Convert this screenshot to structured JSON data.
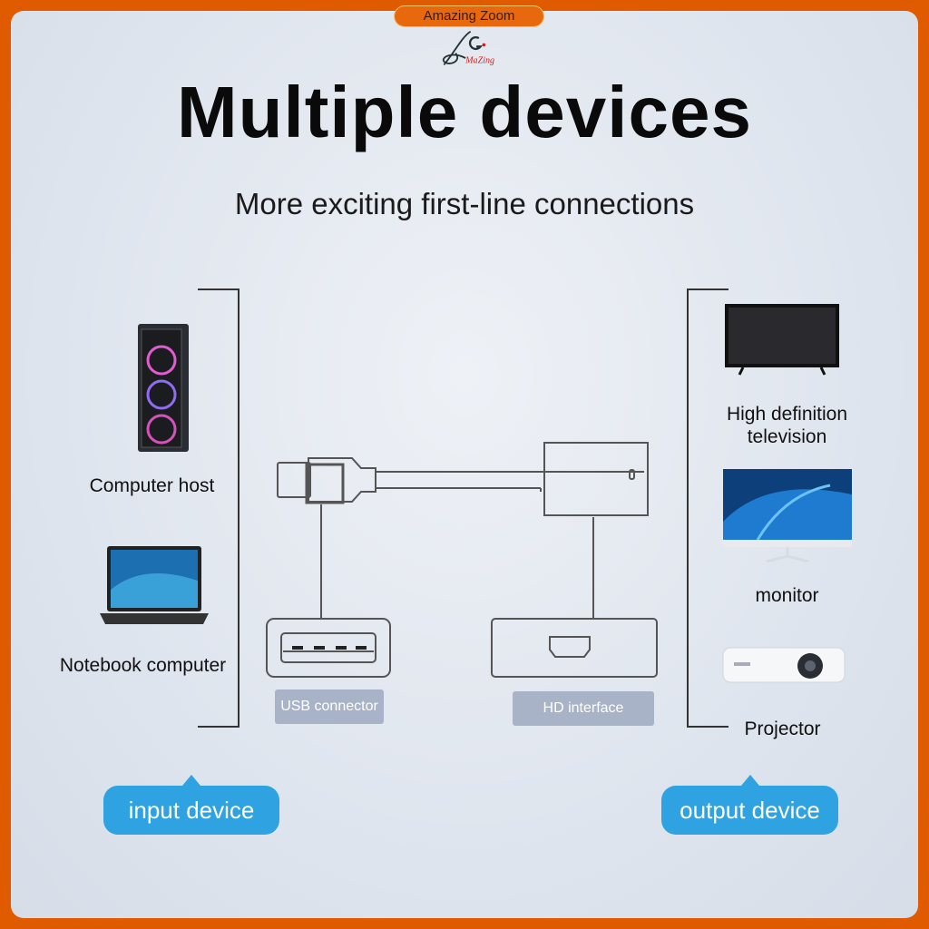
{
  "watermark": {
    "badge": "Amazing Zoom",
    "logo_text": "AG MaZing"
  },
  "header": {
    "title": "Multiple devices",
    "subtitle": "More exciting first-line connections"
  },
  "input_devices": [
    {
      "label": "Computer host",
      "icon": "pc-tower-icon"
    },
    {
      "label": "Notebook computer",
      "icon": "laptop-icon"
    }
  ],
  "output_devices": [
    {
      "label": "High definition television",
      "icon": "tv-icon"
    },
    {
      "label": "monitor",
      "icon": "monitor-icon"
    },
    {
      "label": "Projector",
      "icon": "projector-icon"
    }
  ],
  "ports": {
    "usb": "USB connector",
    "hd": "HD interface"
  },
  "bubbles": {
    "input": "input device",
    "output": "output device"
  },
  "colors": {
    "border": "#e05a00",
    "bubble": "#2fa2e2",
    "tag": "#a9b3c8"
  }
}
